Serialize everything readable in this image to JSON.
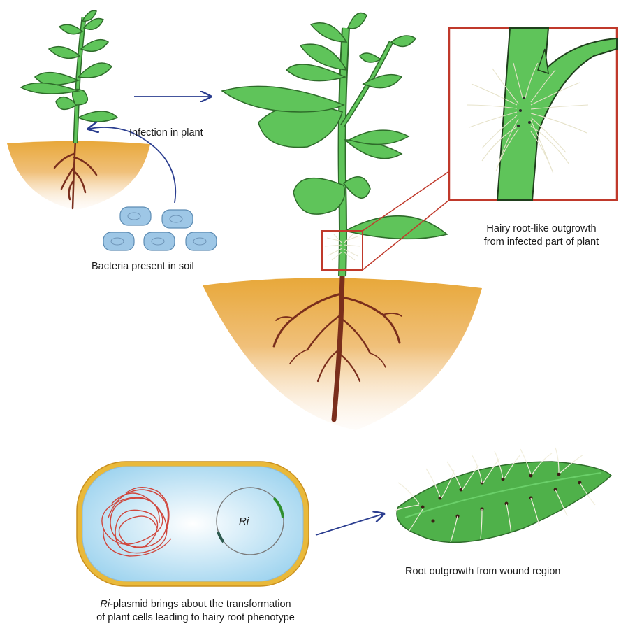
{
  "labels": {
    "infection": "Infection in plant",
    "bacteria": "Bacteria present in soil",
    "hairy_line1": "Hairy root-like outgrowth",
    "hairy_line2": "from infected part of plant",
    "ri_label": "Ri",
    "caption_italic": "Ri",
    "caption_rest": "-plasmid brings about the transformation",
    "caption_line2": "of plant cells leading to hairy root phenotype",
    "root_outgrowth": "Root outgrowth from wound region"
  },
  "colors": {
    "leaf": "#5fc45a",
    "leaf_stroke": "#2e6b2a",
    "soil_top": "#e8a83a",
    "soil_bottom": "#fbeee2",
    "root": "#7a2e1c",
    "arrow": "#2a3d8f",
    "inset_border": "#c0392b",
    "cell_wall": "#e9b93a",
    "cytoplasm": "#bfe3f5",
    "dna": "#d0463c",
    "bacteria": "#9ec7e6"
  }
}
